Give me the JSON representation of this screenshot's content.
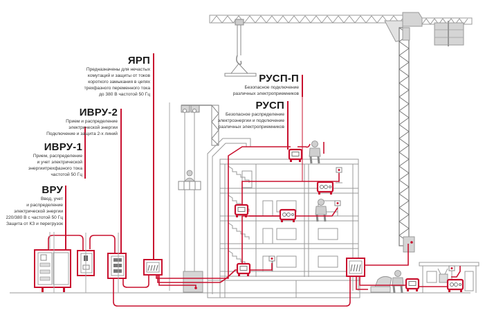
{
  "colors": {
    "accent": "#c8102e",
    "line_gray": "#8a8a8a",
    "fill_gray": "#d5d5d5",
    "text": "#1a1a1a"
  },
  "labels": [
    {
      "id": "vru",
      "title": "ВРУ",
      "desc": [
        "Ввод, учет",
        "и распределение",
        "электрической энергии",
        "220/380 В с частотой 50 Гц",
        "Защита от КЗ и перегрузок"
      ]
    },
    {
      "id": "ivru1",
      "title": "ИВРУ-1",
      "desc": [
        "Прием, распределение",
        "и учет электрической",
        "энергиитрехфазного тока",
        "частотой 50 Гц"
      ]
    },
    {
      "id": "ivru2",
      "title": "ИВРУ-2",
      "desc": [
        "Прием и распределение",
        "электрической энергии",
        "Подключение и защита  2-х линий"
      ]
    },
    {
      "id": "yarp",
      "title": "ЯРП",
      "desc": [
        "Предназначены для нечастых",
        "комутаций и защиты от токов",
        "короткого замыкания в цепях",
        "трехфазного переменного тока",
        "до 380 В частотой 50 Гц"
      ]
    },
    {
      "id": "rusp",
      "title": "РУСП",
      "desc": [
        "Безопасное распределение",
        "электроэнергии и подключение",
        "различных электроприемников"
      ]
    },
    {
      "id": "ruspp",
      "title": "РУСП-П",
      "desc": [
        "Безопасное подключение",
        "различных электроприемников"
      ]
    }
  ],
  "icons": [
    "tower-crane-icon",
    "construction-hoist-icon",
    "building-section-icon",
    "distribution-cabinet-icon",
    "power-socket-box-icon",
    "worker-icon",
    "lamp-icon",
    "site-cabin-icon",
    "concrete-mixer-icon"
  ]
}
